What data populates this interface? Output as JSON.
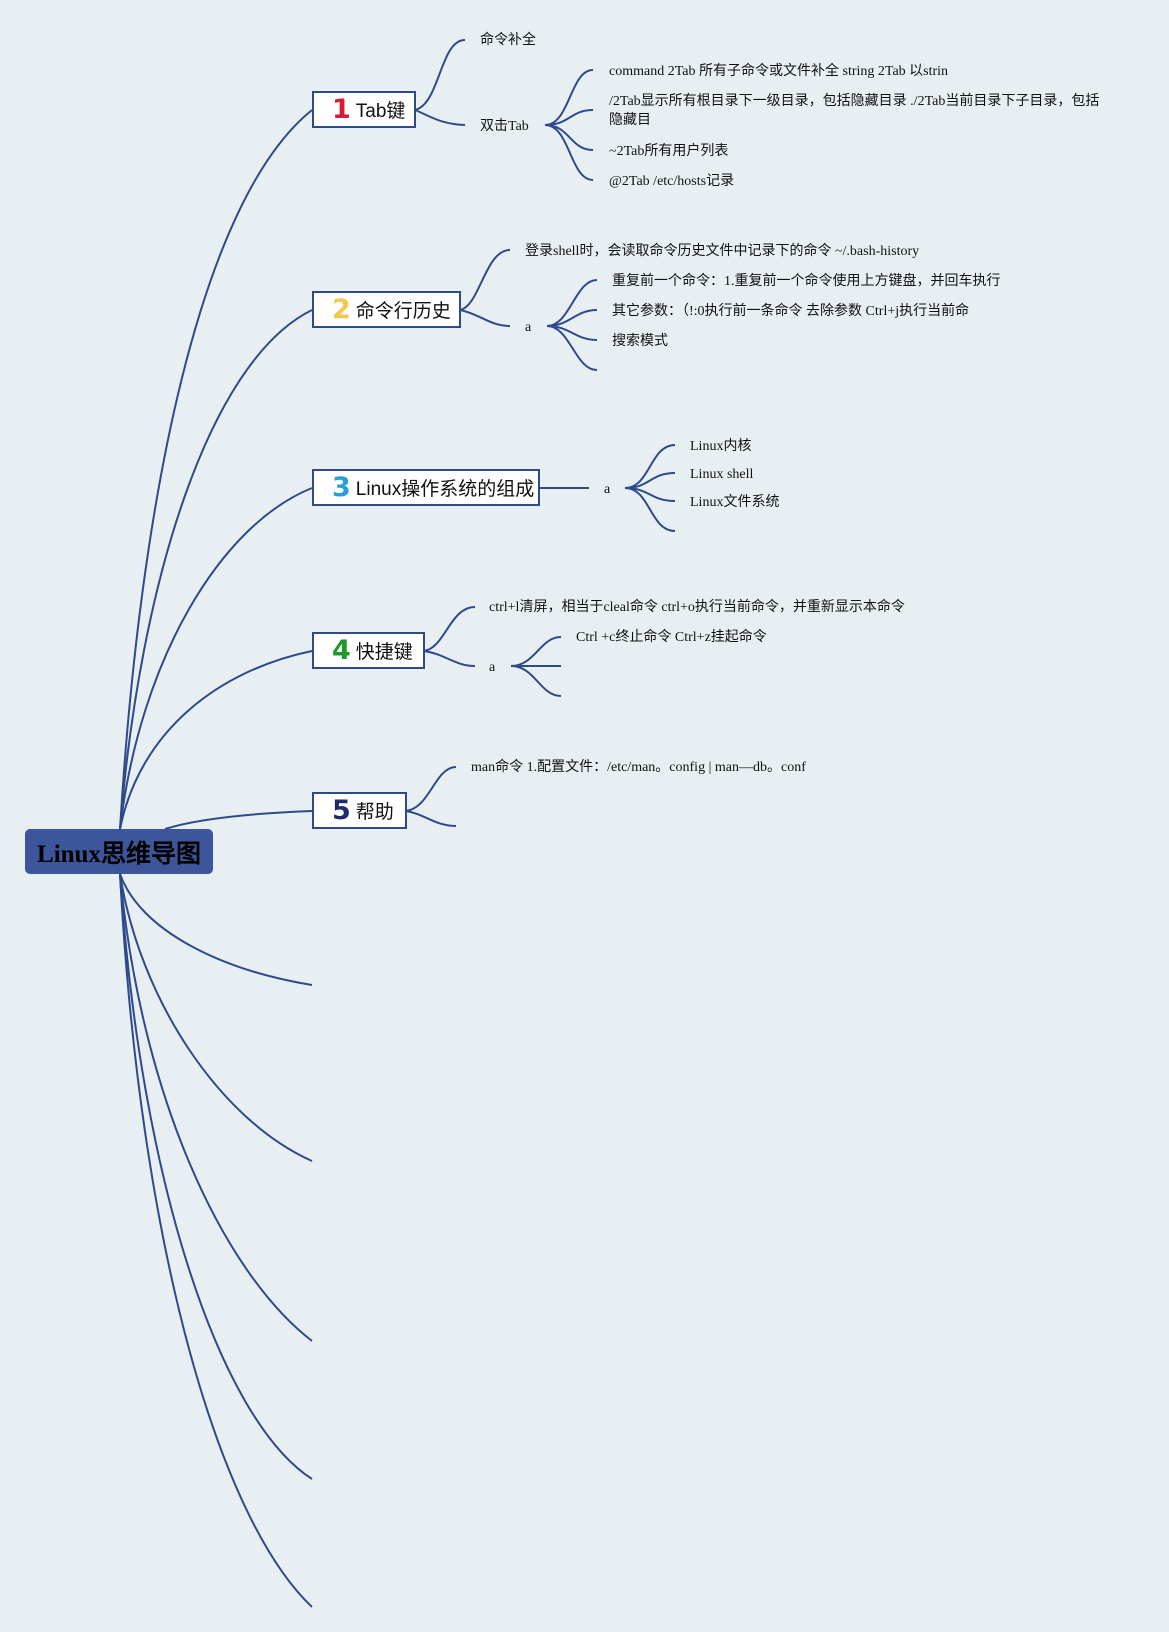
{
  "root": {
    "label": "Linux思维导图"
  },
  "branches": [
    {
      "number": "1",
      "number_color": "#d81b3a",
      "label": "Tab键",
      "children": [
        {
          "label": "命令补全"
        },
        {
          "label": "双击Tab",
          "children": [
            "command 2Tab 所有子命令或文件补全 string 2Tab 以strin",
            "/2Tab显示所有根目录下一级目录，包括隐藏目录 ./2Tab当前目录下子目录，包括隐藏目",
            "~2Tab所有用户列表",
            "@2Tab /etc/hosts记录"
          ]
        }
      ]
    },
    {
      "number": "2",
      "number_color": "#f2c94c",
      "label": "命令行历史",
      "children": [
        {
          "label": "登录shell时，会读取命令历史文件中记录下的命令 ~/.bash-history"
        },
        {
          "label": "a",
          "children": [
            "重复前一个命令：1.重复前一个命令使用上方键盘，并回车执行",
            "其它参数：（!:0执行前一条命令 去除参数 Ctrl+j执行当前命",
            "搜索模式",
            ""
          ]
        }
      ]
    },
    {
      "number": "3",
      "number_color": "#2a9fd6",
      "label": "Linux操作系统的组成",
      "children": [
        {
          "label": "a",
          "children": [
            "Linux内核",
            "Linux shell",
            "Linux文件系统",
            ""
          ]
        }
      ]
    },
    {
      "number": "4",
      "number_color": "#1d9a2c",
      "label": "快捷键",
      "children": [
        {
          "label": "ctrl+l清屏，相当于cleal命令 ctrl+o执行当前命令，并重新显示本命令"
        },
        {
          "label": "a",
          "children": [
            "Ctrl +c终止命令 Ctrl+z挂起命令",
            "",
            ""
          ]
        }
      ]
    },
    {
      "number": "5",
      "number_color": "#1f2a6e",
      "label": "帮助",
      "children": [
        {
          "label": "man命令 1.配置文件：/etc/man。config | man—db。conf"
        },
        {
          "label": ""
        }
      ]
    }
  ],
  "empty_branch_count": 5,
  "colors": {
    "background": "#e8eff3",
    "line": "#2f4a8a",
    "root_fill": "#3d559a"
  }
}
